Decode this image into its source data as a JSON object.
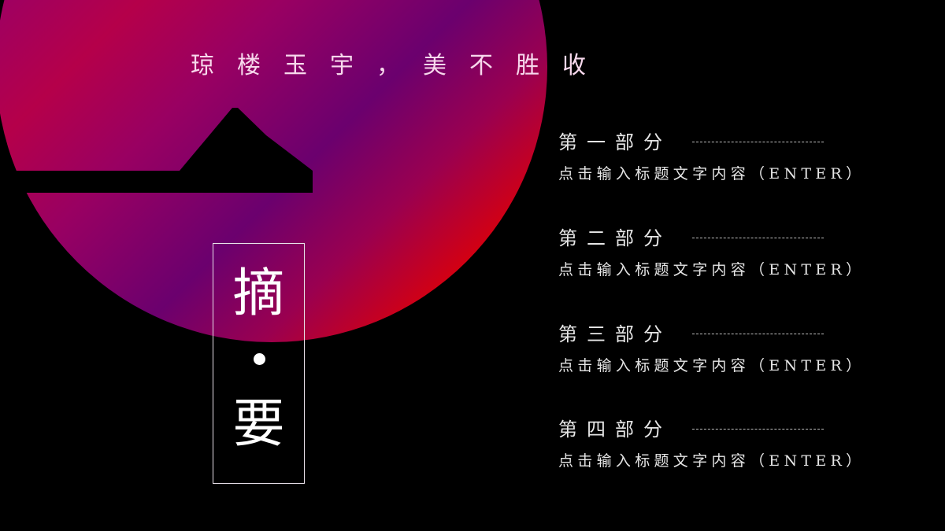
{
  "slide": {
    "slogan": "琼楼玉宇，美不胜收",
    "colors": {
      "background": "#000000",
      "gradient_stops": [
        "#7a0a78",
        "#b5004a",
        "#6b006e",
        "#e0000a"
      ],
      "text": "#ffffff"
    }
  },
  "badge": {
    "char_top": "摘",
    "char_bottom": "要"
  },
  "toc": {
    "items": [
      {
        "title": "第一部分",
        "subtitle": "点击输入标题文字内容（ENTER）"
      },
      {
        "title": "第二部分",
        "subtitle": "点击输入标题文字内容（ENTER）"
      },
      {
        "title": "第三部分",
        "subtitle": "点击输入标题文字内容（ENTER）"
      },
      {
        "title": "第四部分",
        "subtitle": "点击输入标题文字内容（ENTER）"
      }
    ]
  }
}
